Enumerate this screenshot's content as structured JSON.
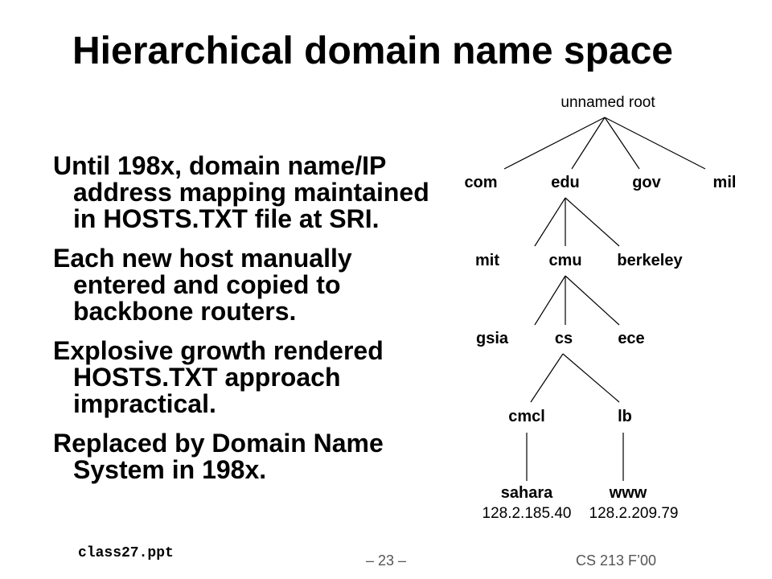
{
  "slide": {
    "title": "Hierarchical domain name space",
    "paragraphs": [
      "Until 198x, domain name/IP address mapping maintained in HOSTS.TXT file at SRI.",
      "Each new host manually entered and copied to backbone routers.",
      "Explosive growth rendered HOSTS.TXT approach impractical.",
      "Replaced by Domain Name System in 198x."
    ]
  },
  "tree": {
    "root_label": "unnamed root",
    "level1": [
      "com",
      "edu",
      "gov",
      "mil"
    ],
    "level2": [
      "mit",
      "cmu",
      "berkeley"
    ],
    "level3": [
      "gsia",
      "cs",
      "ece"
    ],
    "level4": [
      "cmcl",
      "lb"
    ],
    "hosts": [
      {
        "name": "sahara",
        "ip": "128.2.185.40"
      },
      {
        "name": "www",
        "ip": "128.2.209.79"
      }
    ]
  },
  "footer": {
    "filename": "class27.ppt",
    "page_number": "– 23 –",
    "course": "CS 213 F’00"
  }
}
